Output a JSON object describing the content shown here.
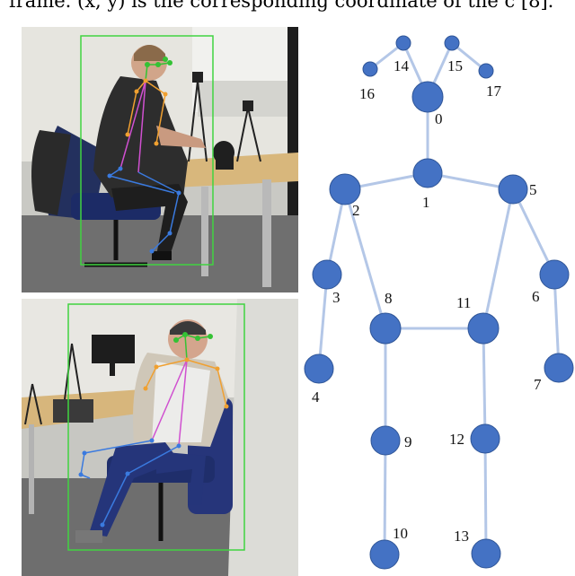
{
  "caption": {
    "text": "frame. (x, y) is the corresponding coordinate of the c [8]."
  },
  "photos": [
    {
      "name": "seated-person-side-view"
    },
    {
      "name": "seated-person-front-view"
    }
  ],
  "skeleton": {
    "joint_color": "#4472c4",
    "bone_color": "#b4c7e7",
    "joints": [
      {
        "id": "0",
        "label": "0"
      },
      {
        "id": "1",
        "label": "1"
      },
      {
        "id": "2",
        "label": "2"
      },
      {
        "id": "3",
        "label": "3"
      },
      {
        "id": "4",
        "label": "4"
      },
      {
        "id": "5",
        "label": "5"
      },
      {
        "id": "6",
        "label": "6"
      },
      {
        "id": "7",
        "label": "7"
      },
      {
        "id": "8",
        "label": "8"
      },
      {
        "id": "9",
        "label": "9"
      },
      {
        "id": "10",
        "label": "10"
      },
      {
        "id": "11",
        "label": "11"
      },
      {
        "id": "12",
        "label": "12"
      },
      {
        "id": "13",
        "label": "13"
      },
      {
        "id": "14",
        "label": "14"
      },
      {
        "id": "15",
        "label": "15"
      },
      {
        "id": "16",
        "label": "16"
      },
      {
        "id": "17",
        "label": "17"
      }
    ],
    "bones": [
      [
        "0",
        "14"
      ],
      [
        "0",
        "15"
      ],
      [
        "14",
        "16"
      ],
      [
        "15",
        "17"
      ],
      [
        "0",
        "1"
      ],
      [
        "1",
        "2"
      ],
      [
        "1",
        "5"
      ],
      [
        "2",
        "3"
      ],
      [
        "3",
        "4"
      ],
      [
        "5",
        "6"
      ],
      [
        "6",
        "7"
      ],
      [
        "2",
        "8"
      ],
      [
        "5",
        "11"
      ],
      [
        "8",
        "11"
      ],
      [
        "8",
        "9"
      ],
      [
        "9",
        "10"
      ],
      [
        "11",
        "12"
      ],
      [
        "12",
        "13"
      ]
    ]
  }
}
